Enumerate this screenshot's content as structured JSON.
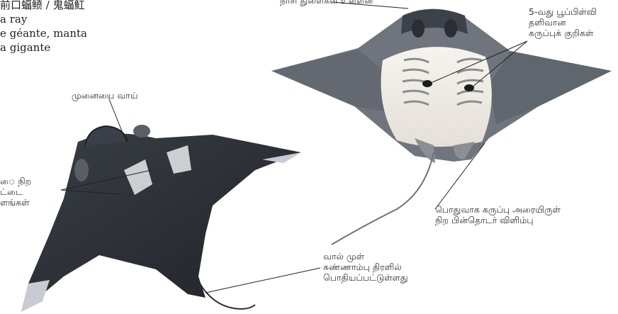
{
  "names": {
    "chinese": "前口蝠鲼 / 鬼蝠魟",
    "english": "a ray",
    "french": "e géante, manta",
    "spanish": "a gigante"
  },
  "labels": {
    "top_cut": "நாசி துளைகள் உள்ளன",
    "gill_line1": "5-வது பூப்பிள்வி",
    "gill_line2": "தளிவான",
    "gill_line3": "கருப்புக் குறிகள்",
    "mouth": "முனையை வாய்",
    "patch_line1": "ை நிற",
    "patch_line2": "ட்டை",
    "patch_line3": "ளங்கள்",
    "border_line1": "பொதுவாக கருப்பு அரையிருள்",
    "border_line2": "நிற பின்தொடர் விளிம்பு",
    "tail_line1": "வால் முள்",
    "tail_line2": "சுண்ணாம்பு திரளில்",
    "tail_line3": "பொதியப்பட்டுள்ளது"
  },
  "colors": {
    "ray_dark": "#2a2d33",
    "ray_grey": "#6d727a",
    "ray_belly": "#efece6",
    "leader": "#222222"
  }
}
